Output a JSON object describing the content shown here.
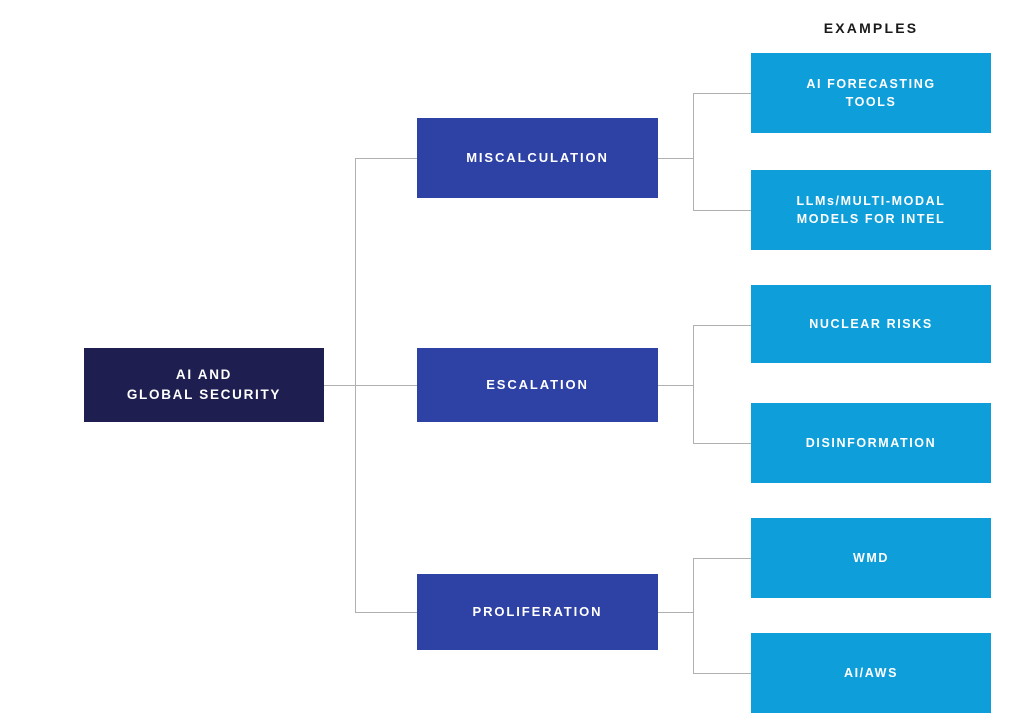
{
  "diagram": {
    "column_heading": "EXAMPLES",
    "root": {
      "label": "AI AND\nGLOBAL SECURITY",
      "color": "#1e1f50"
    },
    "categories": [
      {
        "label": "MISCALCULATION",
        "color": "#2e41a4",
        "examples": [
          {
            "label": "AI FORECASTING\nTOOLS",
            "color": "#0e9ed9"
          },
          {
            "label": "LLMs/MULTI-MODAL\nMODELS FOR INTEL",
            "color": "#0e9ed9"
          }
        ]
      },
      {
        "label": "ESCALATION",
        "color": "#2e41a4",
        "examples": [
          {
            "label": "NUCLEAR RISKS",
            "color": "#0e9ed9"
          },
          {
            "label": "DISINFORMATION",
            "color": "#0e9ed9"
          }
        ]
      },
      {
        "label": "PROLIFERATION",
        "color": "#2e41a4",
        "examples": [
          {
            "label": "WMD",
            "color": "#0e9ed9"
          },
          {
            "label": "AI/AWS",
            "color": "#0e9ed9"
          }
        ]
      }
    ],
    "connector_color": "#b0b0b0",
    "background_color": "#ffffff"
  }
}
